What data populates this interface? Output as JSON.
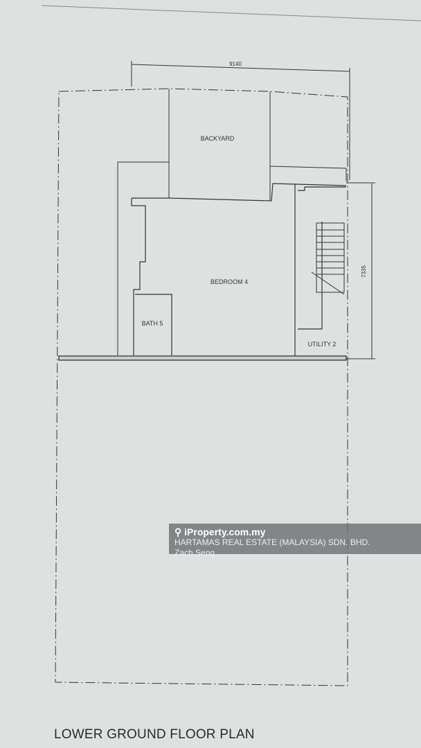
{
  "plan": {
    "title": "LOWER GROUND FLOOR PLAN",
    "dimensions": {
      "width": "9140",
      "depth": "7335"
    },
    "rooms": {
      "backyard": "BACKYARD",
      "bedroom": "BEDROOM 4",
      "bath": "BATH 5",
      "utility": "UTILITY 2"
    }
  },
  "watermark": {
    "brand": "iProperty.com.my",
    "agency": "HARTAMAS REAL ESTATE (MALAYSIA) SDN. BHD.",
    "agent": "Zach Seng"
  }
}
